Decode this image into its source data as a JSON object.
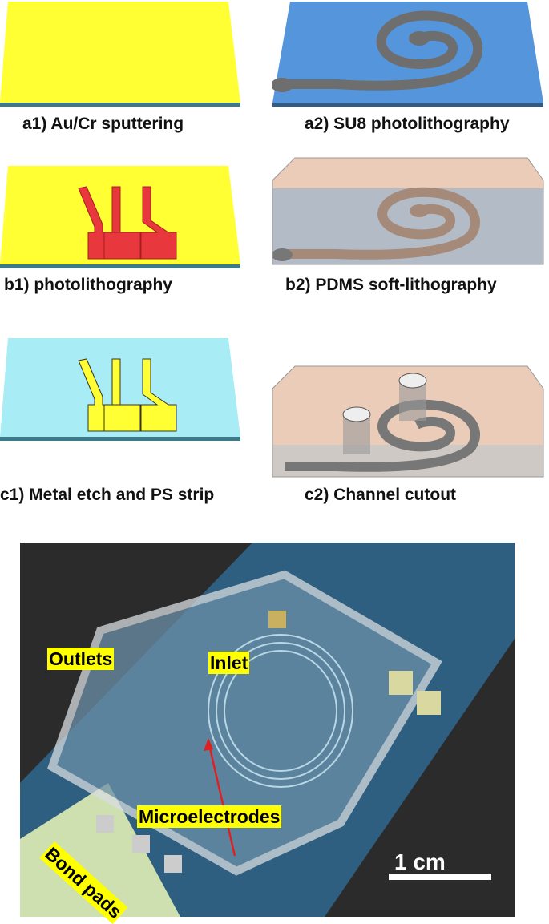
{
  "panels": {
    "a1": "a1) Au/Cr sputtering",
    "a2": "a2) SU8 photolithography",
    "b1": "b1) photolithography",
    "b2": "b2) PDMS soft-lithography",
    "c1": "c1) Metal etch and PS strip",
    "c2": "c2) Channel cutout"
  },
  "photo": {
    "outlets": "Outlets",
    "inlet": "Inlet",
    "microelectrodes": "Microelectrodes",
    "bond_pads": "Bond pads",
    "scale_bar": "1 cm"
  },
  "colors": {
    "gold": "#ffff33",
    "electrode": "#e8383d",
    "substrate": "#a8ecf5",
    "su8_wafer": "#4f8fd6",
    "pdms": "#e8c7b0"
  }
}
